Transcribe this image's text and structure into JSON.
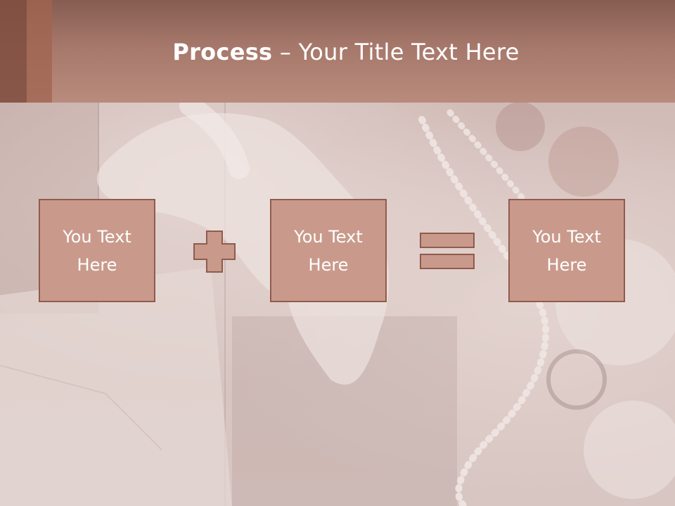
{
  "slide": {
    "title_bold": "Process",
    "title_rest": " – Your Title Text Here"
  },
  "boxes": [
    {
      "text": "You Text\nHere"
    },
    {
      "text": "You Text\nHere"
    },
    {
      "text": "You Text\nHere"
    }
  ],
  "operators": [
    "plus",
    "equals"
  ],
  "colors": {
    "header": "#a6786b",
    "box_fill": "#c99a8b",
    "box_border": "#8f5b4d",
    "text": "#ffffff"
  }
}
